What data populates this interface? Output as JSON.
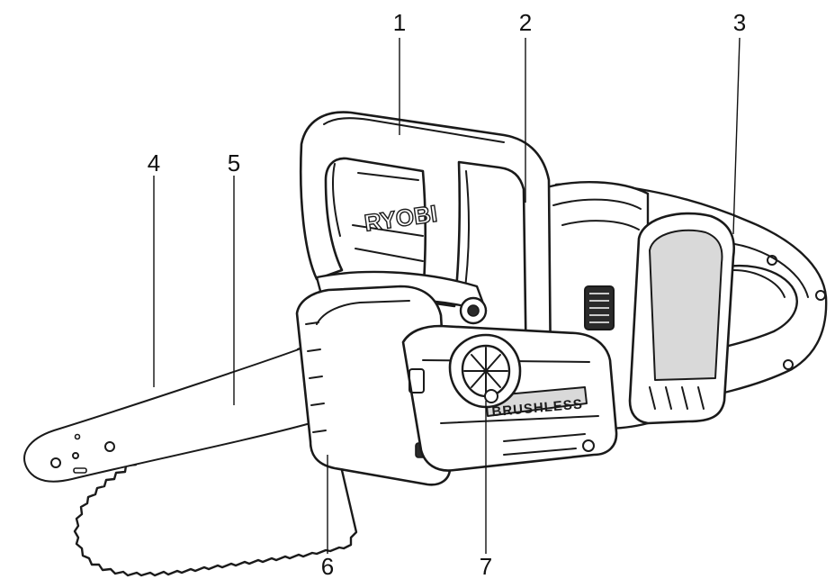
{
  "diagram": {
    "brand_text": "RYOBI",
    "emboss_text": "BRUSHLESS",
    "callouts": [
      {
        "id": "1",
        "label": "1"
      },
      {
        "id": "2",
        "label": "2"
      },
      {
        "id": "3",
        "label": "3"
      },
      {
        "id": "4",
        "label": "4"
      },
      {
        "id": "5",
        "label": "5"
      },
      {
        "id": "6",
        "label": "6"
      },
      {
        "id": "7",
        "label": "7"
      }
    ]
  }
}
